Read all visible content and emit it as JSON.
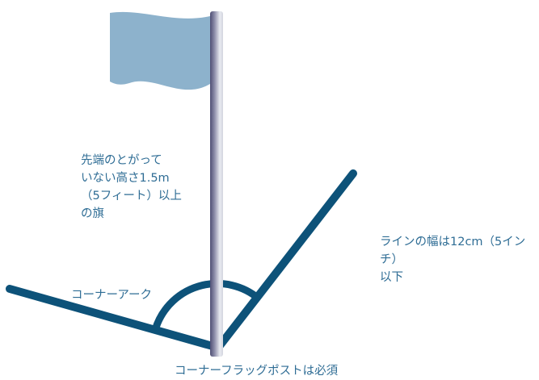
{
  "labels": {
    "flag_note": "先端のとがって\nいない高さ1.5m\n（5フィート）以上\nの旗",
    "line_width_note": "ラインの幅は12cm（5インチ）\n以下",
    "corner_arc": "コーナーアーク",
    "corner_post": "コーナーフラッグポストは必須"
  },
  "colors": {
    "line": "#0d5279",
    "flag": "#8db2cc",
    "text": "#2f6d95",
    "pole_dark": "#4e4e74",
    "pole_light": "#eef0f4"
  },
  "icons": {
    "flag": "corner-flag-icon"
  }
}
